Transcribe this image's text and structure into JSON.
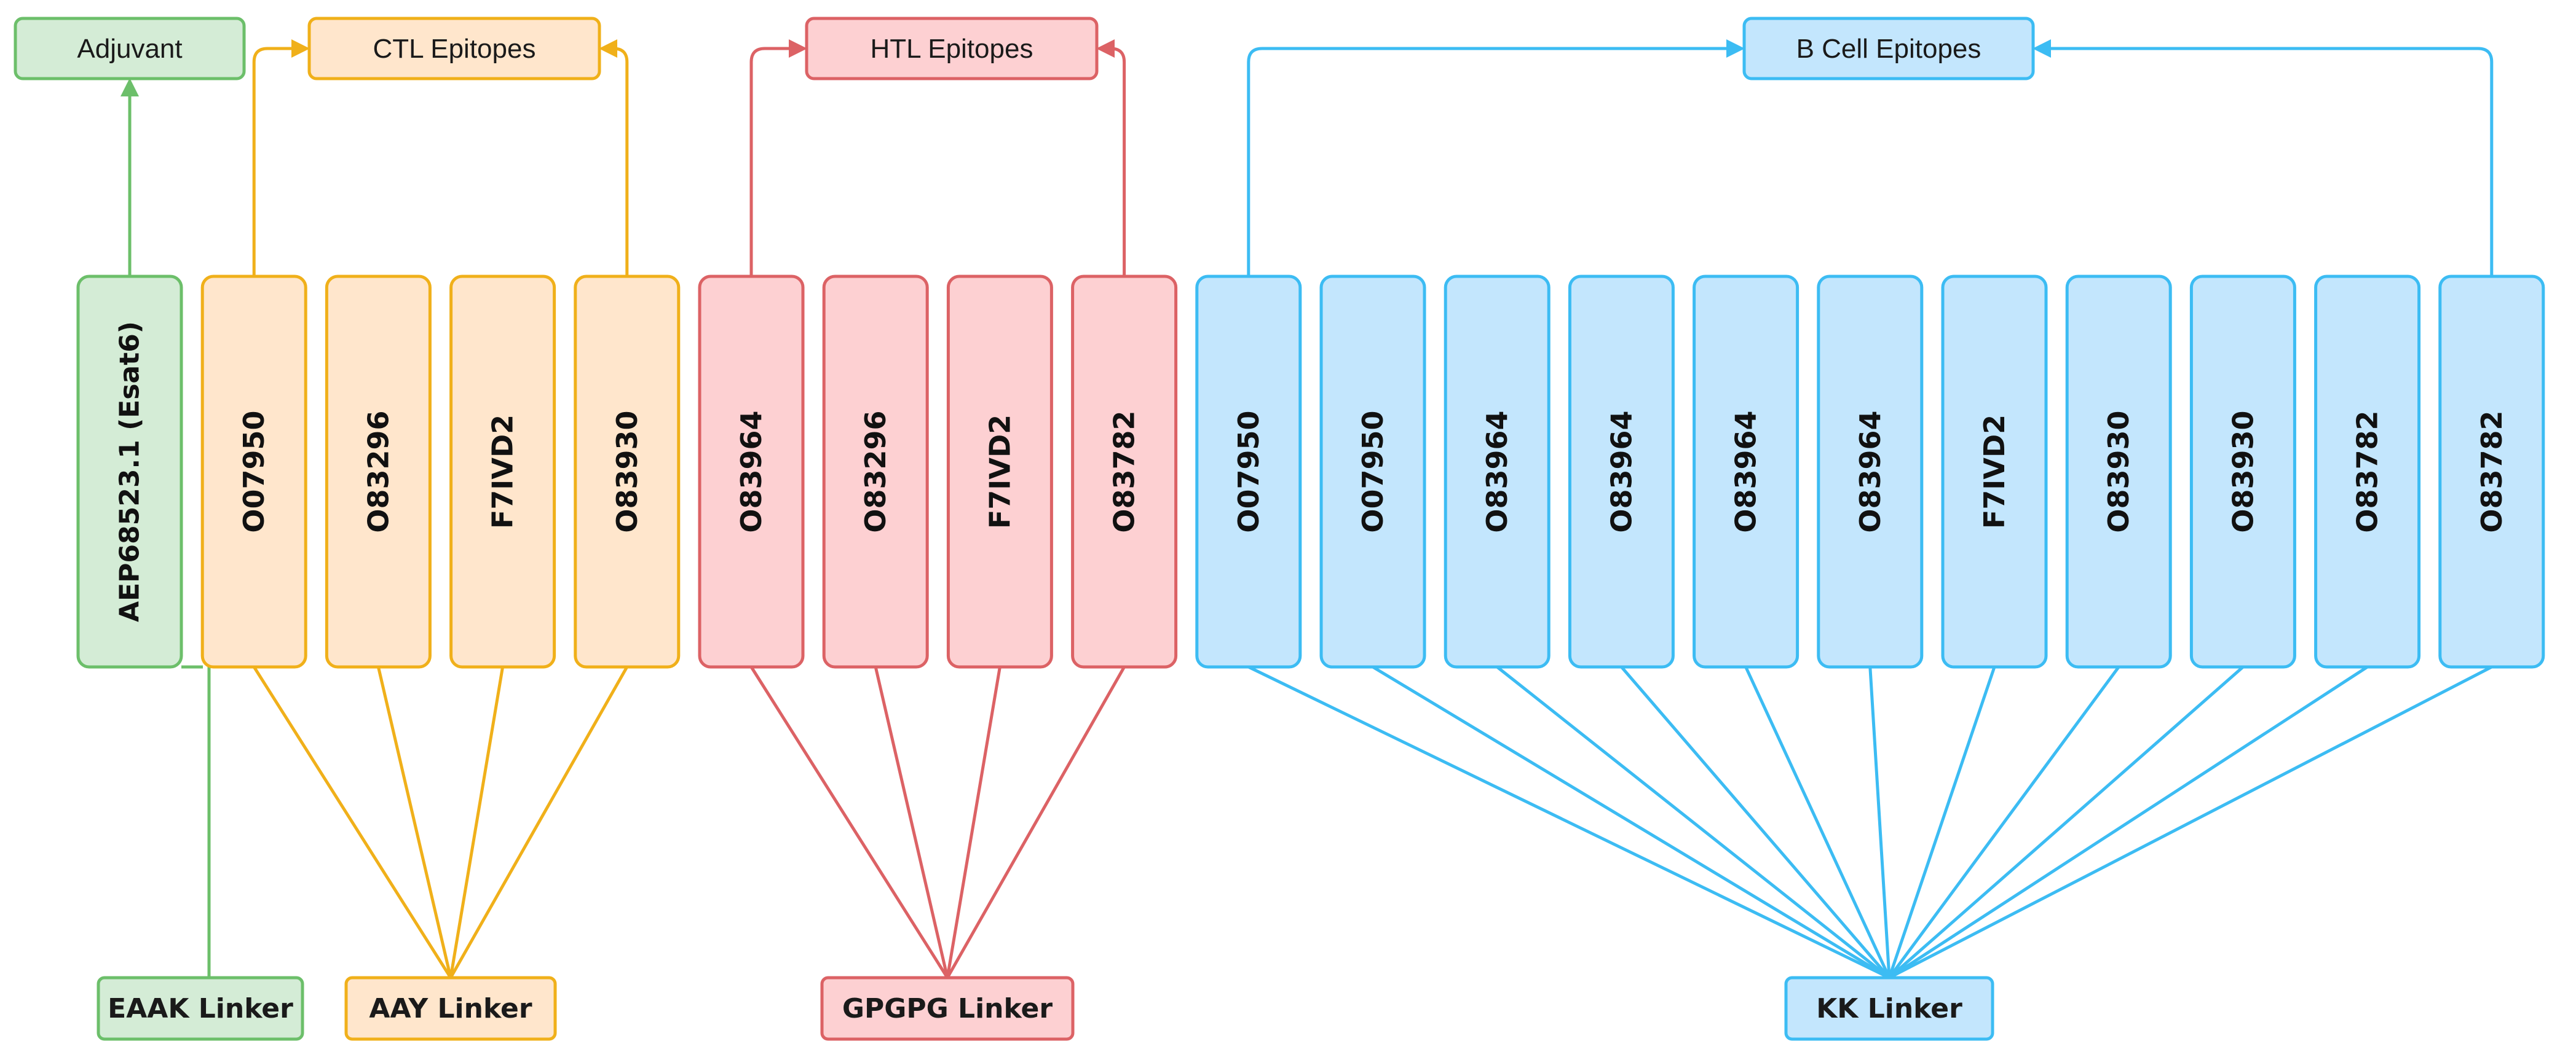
{
  "colors": {
    "green": {
      "fill": "#d4ecd6",
      "stroke": "#6cbf6a",
      "line": "#6cbf6a"
    },
    "orange": {
      "fill": "#ffe6cc",
      "stroke": "#f0b01a",
      "line": "#f0b01a"
    },
    "red": {
      "fill": "#fdd0d2",
      "stroke": "#dc6265",
      "line": "#dc6265"
    },
    "blue": {
      "fill": "#c3e6fd",
      "stroke": "#3cbcf3",
      "line": "#3cbcf3"
    }
  },
  "groups": [
    {
      "key": "green",
      "category": "Adjuvant",
      "linker": "EAAK Linker"
    },
    {
      "key": "orange",
      "category": "CTL Epitopes",
      "linker": "AAY Linker"
    },
    {
      "key": "red",
      "category": "HTL Epitopes",
      "linker": "GPGPG Linker"
    },
    {
      "key": "blue",
      "category": "B Cell Epitopes",
      "linker": "KK Linker"
    }
  ],
  "sequence": [
    {
      "label": "AEP68523.1 (Esat6)",
      "group": "green"
    },
    {
      "label": "O07950",
      "group": "orange"
    },
    {
      "label": "O83296",
      "group": "orange"
    },
    {
      "label": "F7IVD2",
      "group": "orange"
    },
    {
      "label": "O83930",
      "group": "orange"
    },
    {
      "label": "O83964",
      "group": "red"
    },
    {
      "label": "O83296",
      "group": "red"
    },
    {
      "label": "F7IVD2",
      "group": "red"
    },
    {
      "label": "O83782",
      "group": "red"
    },
    {
      "label": "O07950",
      "group": "blue"
    },
    {
      "label": "O07950",
      "group": "blue"
    },
    {
      "label": "O83964",
      "group": "blue"
    },
    {
      "label": "O83964",
      "group": "blue"
    },
    {
      "label": "O83964",
      "group": "blue"
    },
    {
      "label": "O83964",
      "group": "blue"
    },
    {
      "label": "F7IVD2",
      "group": "blue"
    },
    {
      "label": "O83930",
      "group": "blue"
    },
    {
      "label": "O83930",
      "group": "blue"
    },
    {
      "label": "O83782",
      "group": "blue"
    },
    {
      "label": "O83782",
      "group": "blue"
    }
  ]
}
